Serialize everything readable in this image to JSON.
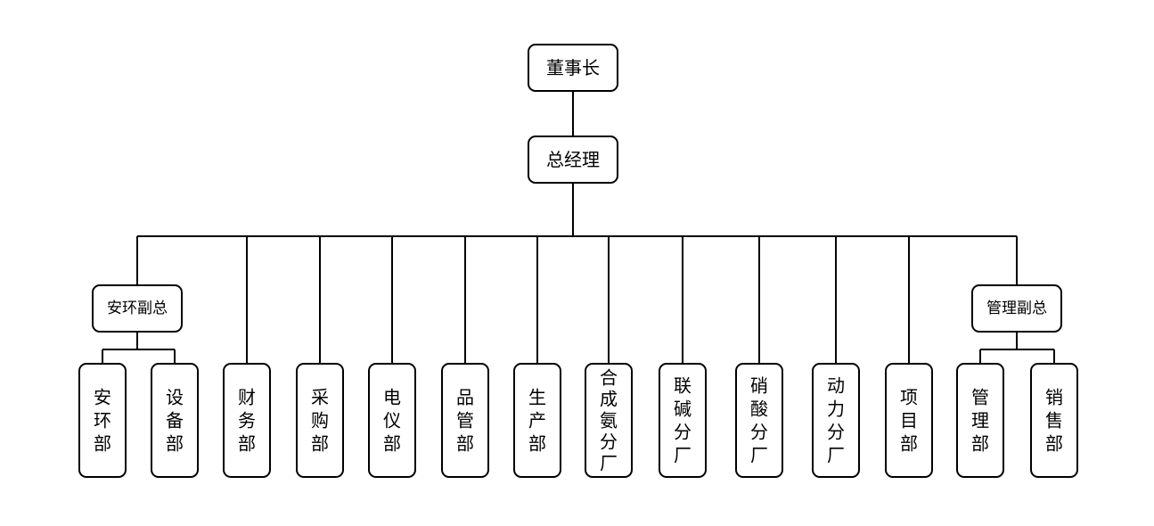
{
  "org_chart": {
    "top": {
      "label": "董事长"
    },
    "gm": {
      "label": "总经理"
    },
    "vp_env_safety": {
      "label": "安环副总"
    },
    "vp_management": {
      "label": "管理副总"
    },
    "departments": [
      {
        "id": "dept-anhuan",
        "label": "安环部",
        "chars": [
          "安",
          "环",
          "部"
        ],
        "parent": "vp_env_safety"
      },
      {
        "id": "dept-shebei",
        "label": "设备部",
        "chars": [
          "设",
          "备",
          "部"
        ],
        "parent": "vp_env_safety"
      },
      {
        "id": "dept-caiwu",
        "label": "财务部",
        "chars": [
          "财",
          "务",
          "部"
        ],
        "parent": "gm"
      },
      {
        "id": "dept-caigou",
        "label": "采购部",
        "chars": [
          "采",
          "购",
          "部"
        ],
        "parent": "gm"
      },
      {
        "id": "dept-dianyi",
        "label": "电仪部",
        "chars": [
          "电",
          "仪",
          "部"
        ],
        "parent": "gm"
      },
      {
        "id": "dept-pinguan",
        "label": "品管部",
        "chars": [
          "品",
          "管",
          "部"
        ],
        "parent": "gm"
      },
      {
        "id": "dept-shengchan",
        "label": "生产部",
        "chars": [
          "生",
          "产",
          "部"
        ],
        "parent": "gm"
      },
      {
        "id": "dept-hechengan",
        "label": "合成氨分厂",
        "chars": [
          "合",
          "成",
          "氨",
          "分",
          "厂"
        ],
        "parent": "gm"
      },
      {
        "id": "dept-lianjian",
        "label": "联碱分厂",
        "chars": [
          "联",
          "碱",
          "分",
          "厂"
        ],
        "parent": "gm"
      },
      {
        "id": "dept-xiaosuan",
        "label": "硝酸分厂",
        "chars": [
          "硝",
          "酸",
          "分",
          "厂"
        ],
        "parent": "gm"
      },
      {
        "id": "dept-dongli",
        "label": "动力分厂",
        "chars": [
          "动",
          "力",
          "分",
          "厂"
        ],
        "parent": "gm"
      },
      {
        "id": "dept-xiangmu",
        "label": "项目部",
        "chars": [
          "项",
          "目",
          "部"
        ],
        "parent": "gm"
      },
      {
        "id": "dept-guanli",
        "label": "管理部",
        "chars": [
          "管",
          "理",
          "部"
        ],
        "parent": "vp_management"
      },
      {
        "id": "dept-xiaoshou",
        "label": "销售部",
        "chars": [
          "销",
          "售",
          "部"
        ],
        "parent": "vp_management"
      }
    ]
  }
}
